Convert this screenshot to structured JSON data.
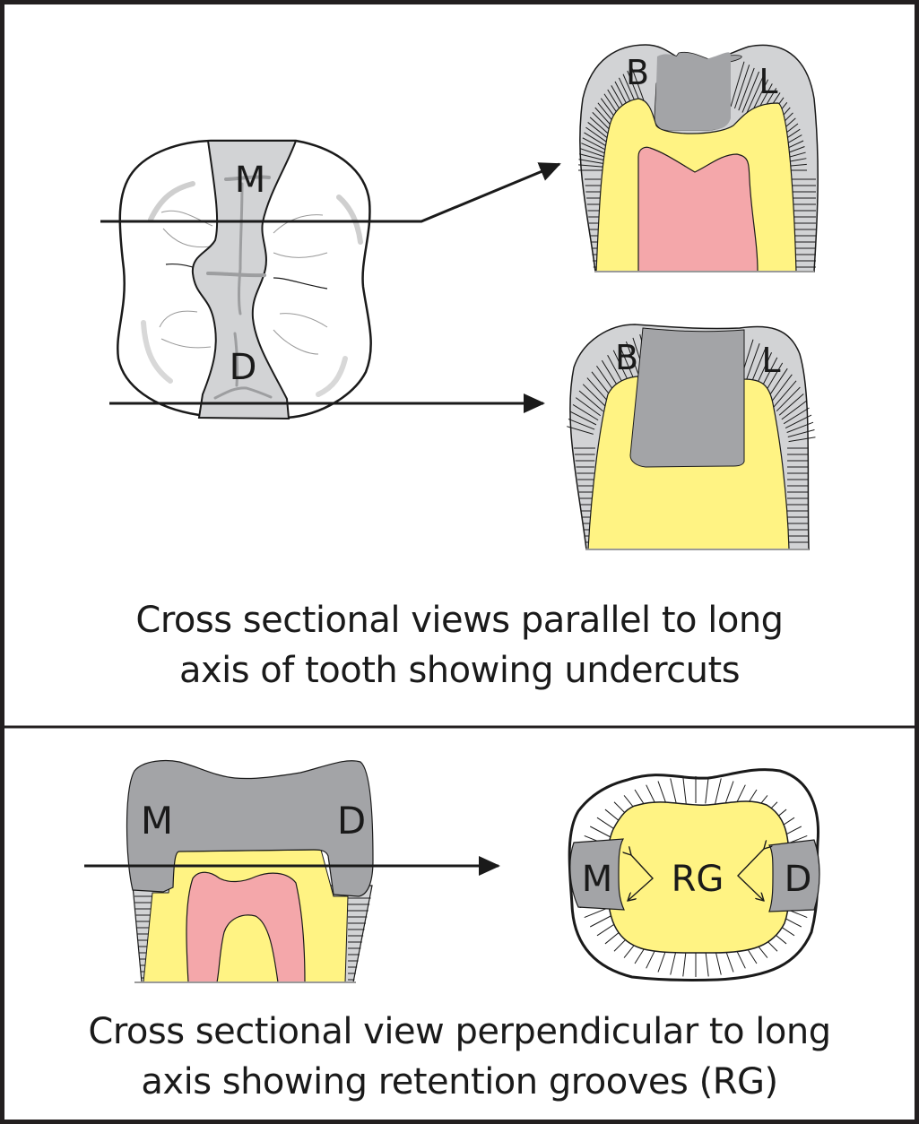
{
  "figure": {
    "top_panel": {
      "occlusal_view": {
        "labels": {
          "mesial": "M",
          "distal": "D"
        }
      },
      "section_upper": {
        "labels": {
          "buccal": "B",
          "lingual": "L"
        }
      },
      "section_lower": {
        "labels": {
          "buccal": "B",
          "lingual": "L"
        }
      },
      "caption": {
        "line1": "Cross sectional views parallel to long",
        "line2": "axis of tooth showing undercuts"
      }
    },
    "bottom_panel": {
      "proximal_view": {
        "labels": {
          "mesial": "M",
          "distal": "D"
        }
      },
      "transverse_section": {
        "labels": {
          "mesial": "M",
          "distal": "D",
          "grooves": "RG"
        }
      },
      "caption": {
        "line1": "Cross sectional view perpendicular to long",
        "line2": "axis showing retention grooves (RG)"
      }
    },
    "colors": {
      "enamel": "#d2d3d5",
      "restoration": "#a3a4a7",
      "dentin": "#fff383",
      "pulp": "#f4a7aa",
      "outline": "#1a1a1a"
    }
  }
}
